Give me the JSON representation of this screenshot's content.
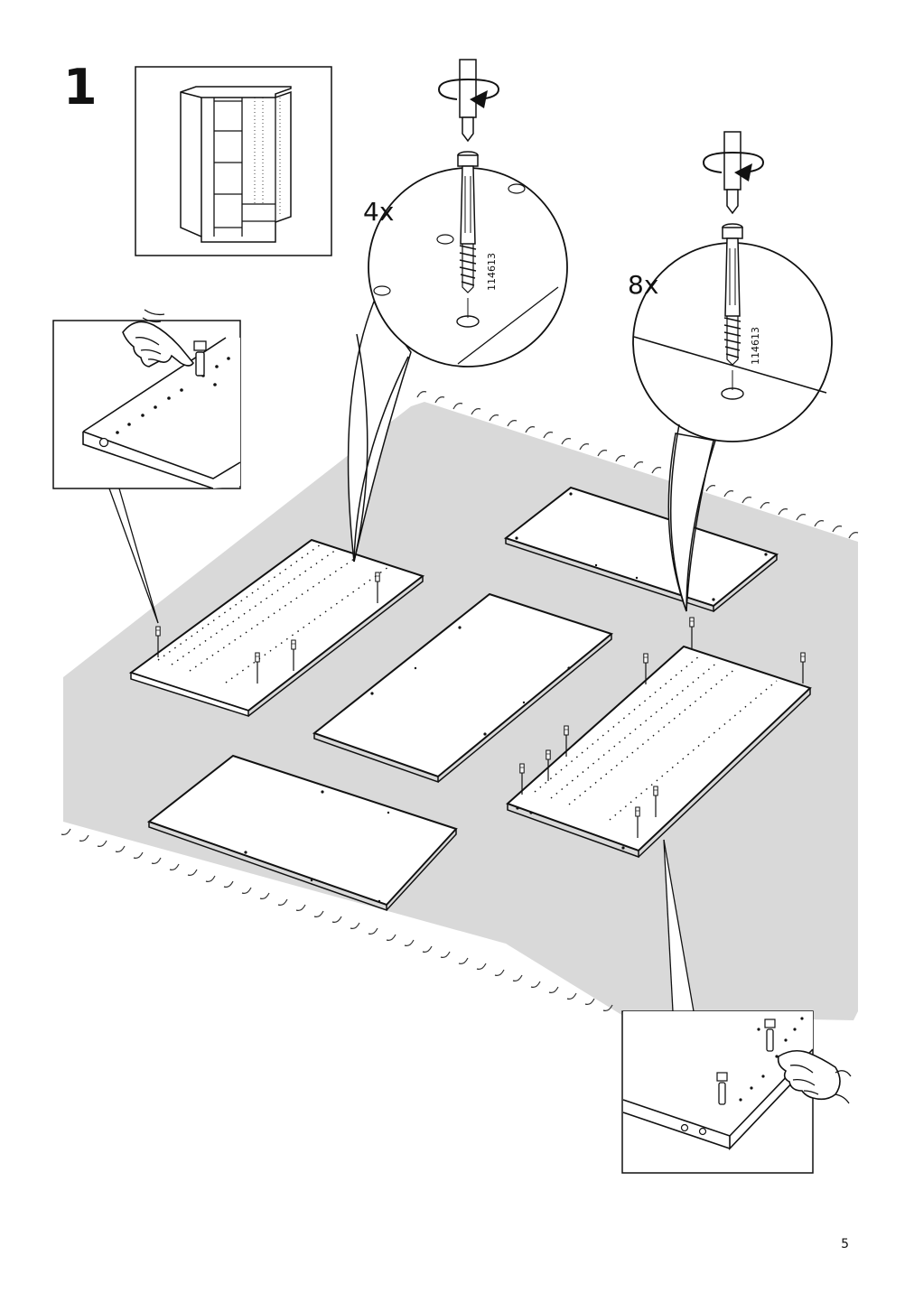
{
  "step": {
    "number": "1"
  },
  "callouts": [
    {
      "quantity": "4x",
      "part_number": "114613"
    },
    {
      "quantity": "8x",
      "part_number": "114613"
    }
  ],
  "page": {
    "number": "5"
  },
  "colors": {
    "line": "#111111",
    "rug": "#d9d9d9",
    "panel": "#ffffff"
  },
  "icons": [
    "wardrobe-thumbnail",
    "screwdriver-rotate-icon",
    "dowel-screw-icon",
    "hand-press-icon"
  ]
}
